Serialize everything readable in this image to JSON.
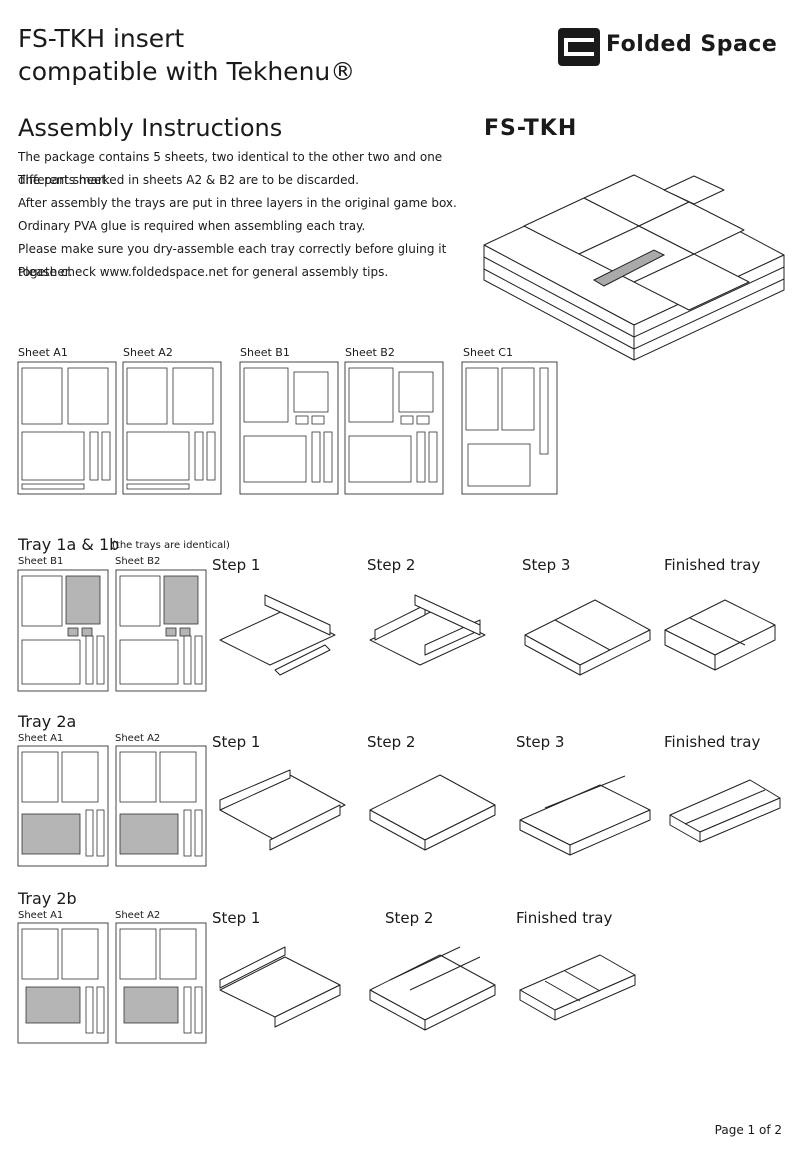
{
  "header": {
    "title_line1": "FS-TKH insert",
    "title_line2": "compatible with Tekhenu®",
    "brand": "Folded Space"
  },
  "assembly": {
    "heading": "Assembly Instructions",
    "product_code": "FS-TKH",
    "lines": [
      "The package contains 5 sheets, two identical to the other two and one different sheet.",
      "The parts marked in sheets A2 & B2 are to be discarded.",
      "After assembly the trays are put in three layers in the original game box.",
      "Ordinary PVA glue is required when assembling each tray.",
      "Please make sure you dry-assemble each tray correctly before gluing it together.",
      "Please check www.foldedspace.net for general assembly tips."
    ]
  },
  "sheets": {
    "a1": "Sheet A1",
    "a2": "Sheet A2",
    "b1": "Sheet B1",
    "b2": "Sheet B2",
    "c1": "Sheet C1"
  },
  "tray1": {
    "title": "Tray 1a & 1b",
    "note": "(the trays are identical)",
    "sheet_left": "Sheet B1",
    "sheet_right": "Sheet B2",
    "steps": [
      "Step 1",
      "Step 2",
      "Step 3",
      "Finished tray"
    ]
  },
  "tray2a": {
    "title": "Tray 2a",
    "sheet_left": "Sheet A1",
    "sheet_right": "Sheet A2",
    "steps": [
      "Step 1",
      "Step 2",
      "Step 3",
      "Finished tray"
    ]
  },
  "tray2b": {
    "title": "Tray 2b",
    "sheet_left": "Sheet A1",
    "sheet_right": "Sheet A2",
    "steps": [
      "Step 1",
      "Step 2",
      "Finished tray"
    ]
  },
  "footer": {
    "page": "Page 1 of 2"
  }
}
